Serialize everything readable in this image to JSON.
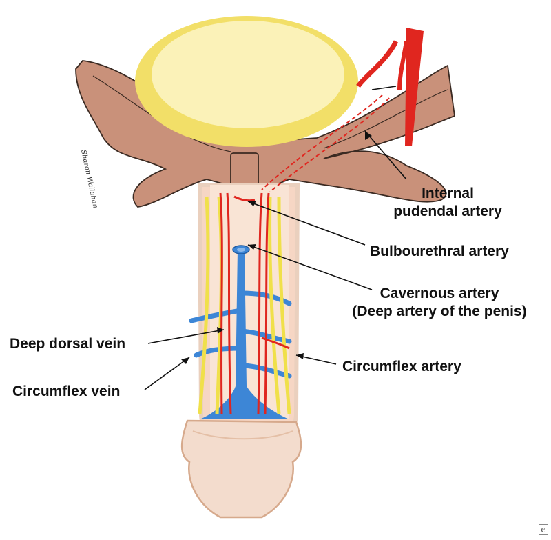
{
  "labels": {
    "internal_pudendal_line1": "Internal",
    "internal_pudendal_line2": "pudendal artery",
    "bulbourethral": "Bulbourethral artery",
    "cavernous_line1": "Cavernous artery",
    "cavernous_line2": "(Deep artery of the penis)",
    "deep_dorsal_vein": "Deep dorsal vein",
    "circumflex_artery": "Circumflex artery",
    "circumflex_vein": "Circumflex vein"
  },
  "signature": "Sharon Wallahan",
  "watermark": "e",
  "colors": {
    "bone": "#c9917a",
    "bone_outline": "#3a2a22",
    "bladder": "#f2df68",
    "bladder_light": "#fbf2b8",
    "shaft": "#f6d6c4",
    "glans": "#f3dccd",
    "artery": "#e0261f",
    "vein": "#3d86d6",
    "nerve": "#f0e04a",
    "leader": "#111111"
  }
}
